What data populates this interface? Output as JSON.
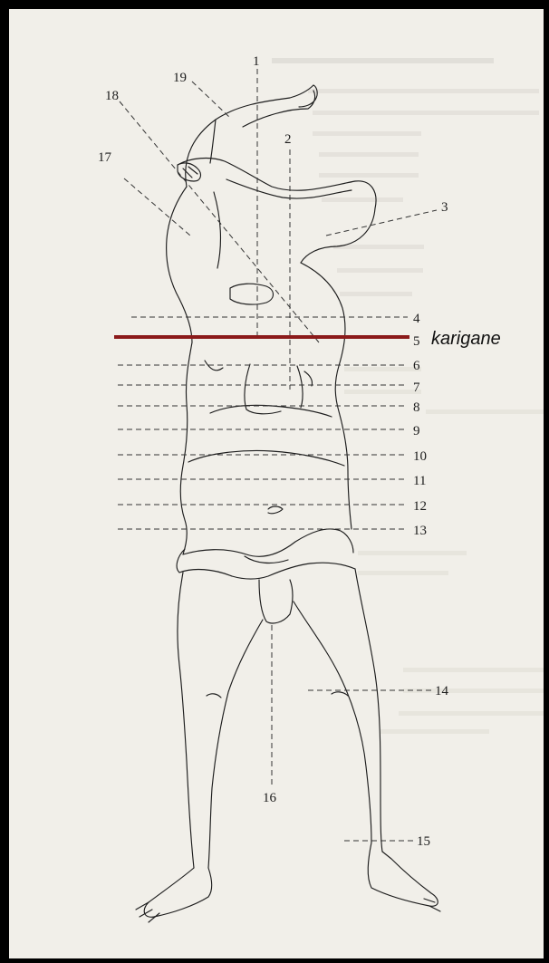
{
  "labels": {
    "n1": "1",
    "n2": "2",
    "n3": "3",
    "n4": "4",
    "n5": "5",
    "n6": "6",
    "n7": "7",
    "n8": "8",
    "n9": "9",
    "n10": "10",
    "n11": "11",
    "n12": "12",
    "n13": "13",
    "n14": "14",
    "n15": "15",
    "n16": "16",
    "n17": "17",
    "n18": "18",
    "n19": "19"
  },
  "callout": {
    "text": "karigane",
    "color": "#8b1a1a"
  }
}
